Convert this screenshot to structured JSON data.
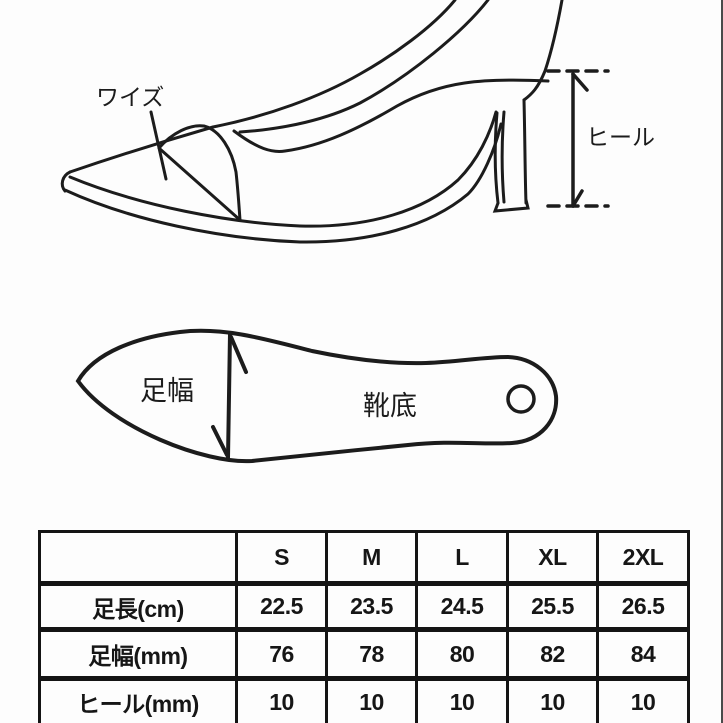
{
  "page": {
    "background": "#fdfdfd",
    "line_color": "#1c1c1c",
    "right_edge_color": "#4a4a4a"
  },
  "shoe_diagram": {
    "width_label": "ワイズ",
    "heel_label": "ヒール"
  },
  "sole_diagram": {
    "foot_width_label": "足幅",
    "sole_label": "靴底"
  },
  "size_table": {
    "corner": "",
    "columns": [
      "S",
      "M",
      "L",
      "XL",
      "2XL"
    ],
    "rows": [
      {
        "label": "足長(cm)",
        "values": [
          "22.5",
          "23.5",
          "24.5",
          "25.5",
          "26.5"
        ]
      },
      {
        "label": "足幅(mm)",
        "values": [
          "76",
          "78",
          "80",
          "82",
          "84"
        ]
      },
      {
        "label": "ヒール(mm)",
        "values": [
          "10",
          "10",
          "10",
          "10",
          "10"
        ]
      }
    ]
  }
}
